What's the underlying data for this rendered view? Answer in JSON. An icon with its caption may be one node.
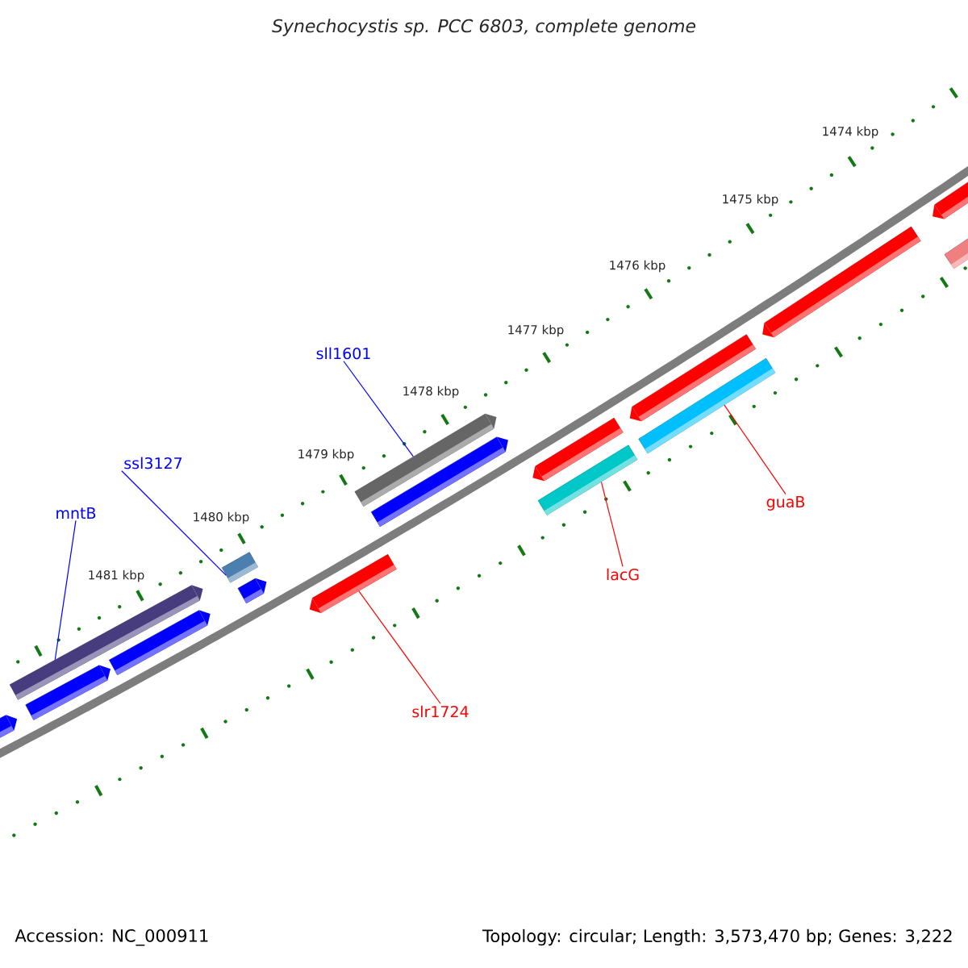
{
  "diagram": {
    "title": "Synechocystis sp. PCC 6803, complete genome",
    "nodes": [
      {
        "text": [],
        "shape": "bar"
      },
      {
        "text": [],
        "shape": "bar"
      },
      {
        "text": [],
        "shape": "bar"
      },
      {
        "text": [],
        "shape": "bar"
      },
      {
        "text": [],
        "shape": "bar"
      },
      {
        "text": [],
        "shape": "bar"
      },
      {
        "text": [],
        "shape": "bar"
      },
      {
        "text": [],
        "shape": "bar"
      },
      {
        "text": [],
        "shape": "bar"
      },
      {
        "text": [],
        "shape": "bar"
      },
      {
        "text": [],
        "shape": "bar"
      },
      {
        "text": [],
        "shape": "bar"
      },
      {
        "text": [],
        "shape": "bar"
      },
      {
        "text": [],
        "shape": "bar"
      },
      {
        "text": [],
        "shape": "bar"
      },
      {
        "text": [],
        "shape": "bar"
      },
      {
        "text": [
          "sll1601"
        ]
      },
      {
        "text": [
          "ssl3127"
        ]
      },
      {
        "text": [
          "guaB"
        ]
      },
      {
        "text": [
          "mntB"
        ]
      },
      {
        "text": [
          "lacG"
        ]
      },
      {
        "text": [
          "slr1724"
        ]
      }
    ],
    "edges": [
      {
        "from": 16,
        "to": 7,
        "arrow": "none",
        "color": "#0000ff"
      },
      {
        "from": 17,
        "to": 4,
        "arrow": "none",
        "color": "#0000ff"
      },
      {
        "from": 18,
        "to": 12,
        "arrow": "none",
        "color": "#ff0000"
      },
      {
        "from": 19,
        "to": 2,
        "arrow": "none",
        "color": "#0000ff"
      },
      {
        "from": 20,
        "to": 9,
        "arrow": "none",
        "color": "#ff0000"
      },
      {
        "from": 21,
        "to": 6,
        "arrow": "none",
        "color": "#ff0000"
      }
    ],
    "labels": [
      "1474 kbp",
      "1475 kbp",
      "1476 kbp",
      "1477 kbp",
      "1478 kbp",
      "1479 kbp",
      "1480 kbp",
      "1481 kbp",
      "Accession: NC_000911",
      "Topology: circular; Length: 3,573,470 bp; Genes: 3,222"
    ]
  }
}
